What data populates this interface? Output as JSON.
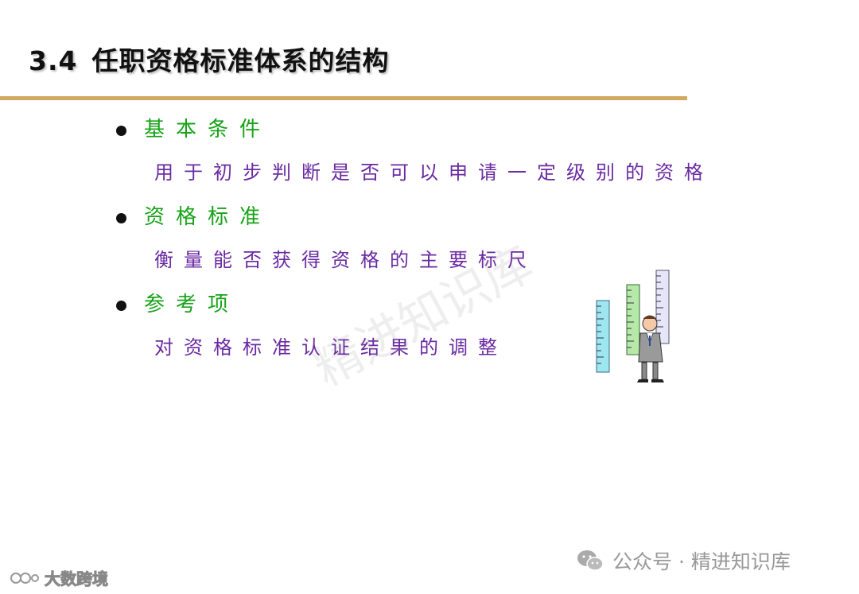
{
  "title": {
    "number": "3.4",
    "text": "任职资格标准体系的结构"
  },
  "items": [
    {
      "heading": "基本条件",
      "description": "用于初步判断是否可以申请一定级别的资格"
    },
    {
      "heading": "资格标准",
      "description": "衡量能否获得资格的主要标尺"
    },
    {
      "heading": "参考项",
      "description": "对资格标准认证结果的调整"
    }
  ],
  "watermark": "精进知识库",
  "footer": {
    "brand": "公众号 · 精进知识库",
    "brand_icon": "wechat-icon",
    "left_logo": "大数跨境",
    "left_icon": "logo-mark-icon"
  },
  "colors": {
    "heading": "#18a318",
    "description": "#6a2aa3",
    "rule": "#d3a960"
  }
}
